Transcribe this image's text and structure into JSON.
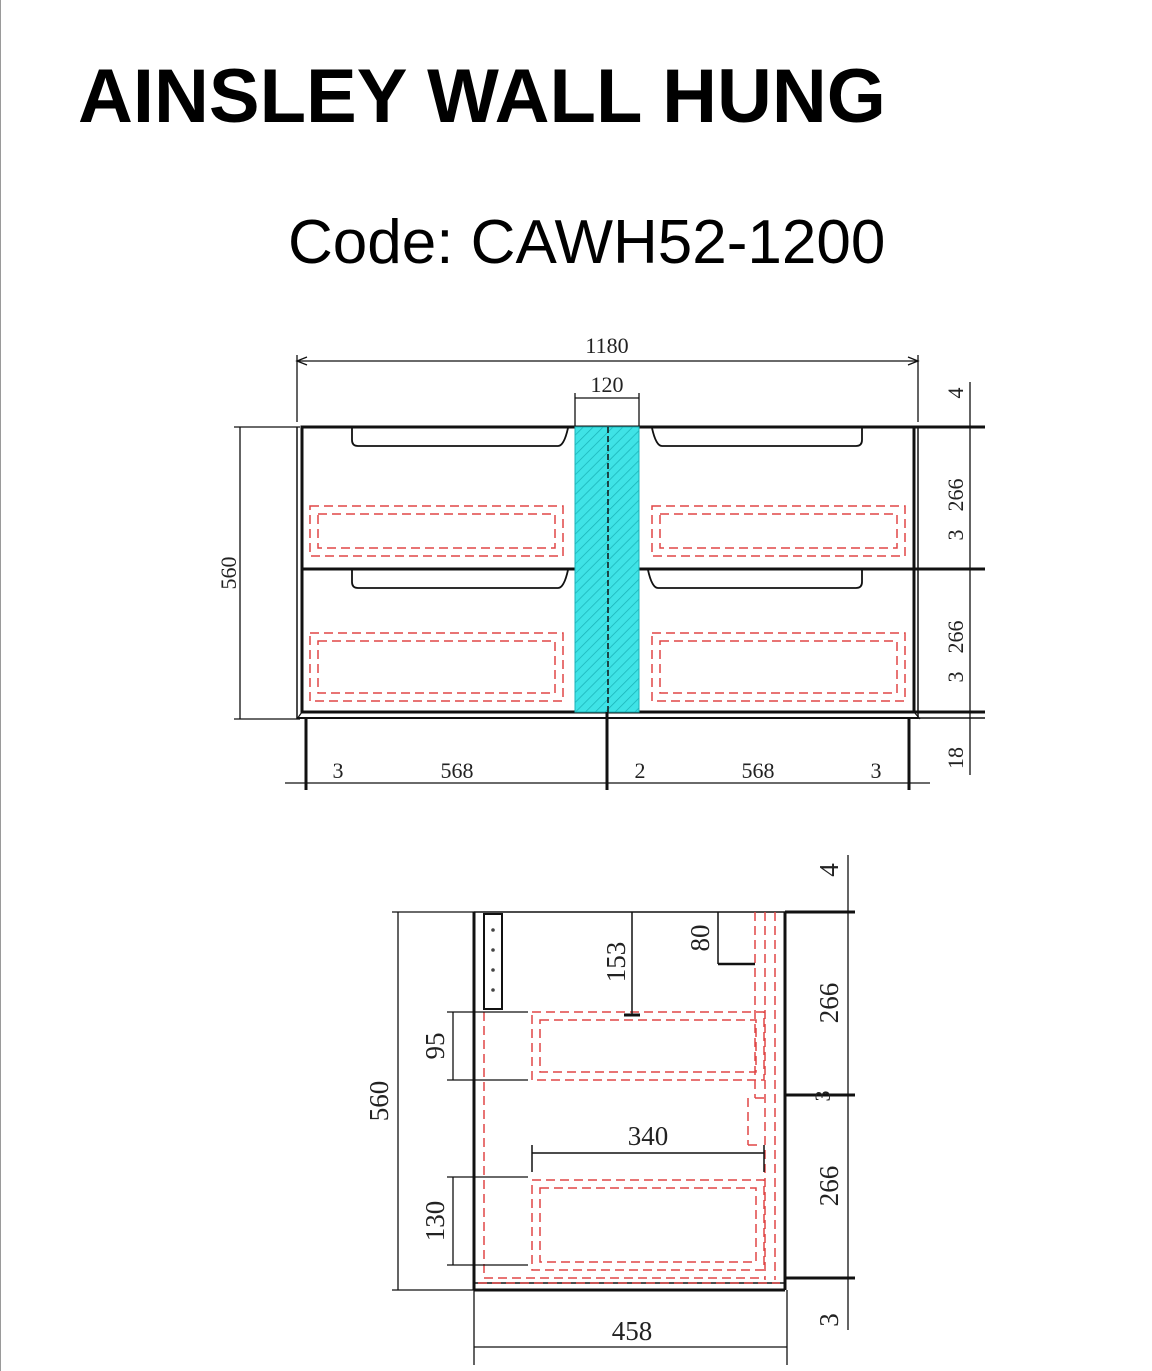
{
  "title": "AINSLEY WALL HUNG",
  "code": "Code: CAWH52-1200",
  "front_view": {
    "overall_width": "1180",
    "basin_width": "120",
    "overall_height": "560",
    "top_gap": "4",
    "drawer1_gap": "3",
    "drawer1_height": "266",
    "drawer2_gap": "3",
    "drawer2_height": "266",
    "bottom_panel": "18",
    "left_edge": "3",
    "left_drawer_width": "568",
    "center_gap": "2",
    "right_drawer_width": "568",
    "right_edge": "3"
  },
  "side_view": {
    "top_gap": "4",
    "drawer1_height": "266",
    "gap_between": "3",
    "drawer2_height": "266",
    "bottom_gap": "3",
    "overall_height": "560",
    "depth": "458",
    "cutout_depth": "153",
    "cutout_height": "80",
    "drawer1_inner_height": "95",
    "drawer2_inner_height": "130",
    "drawer_inner_depth": "340"
  },
  "colors": {
    "outline": "#111111",
    "hidden_lines": "#e04646",
    "basin_fill": "#3fe3e6"
  }
}
